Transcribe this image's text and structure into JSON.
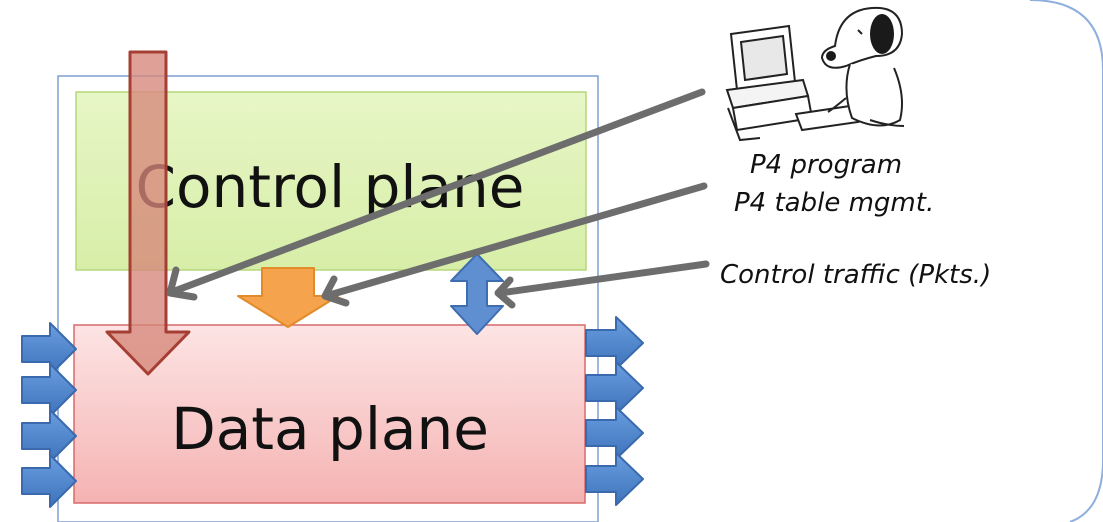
{
  "diagram": {
    "control_plane_label": "Control plane",
    "data_plane_label": "Data plane",
    "p4_program_label": "P4 program",
    "table_mgmt_label": "P4 table mgmt.",
    "control_traffic_label": "Control traffic (Pkts.)",
    "programmer_image": "snoopy-at-computer-illustration"
  },
  "colors": {
    "control_plane_fill": "#dff2b6",
    "control_plane_stroke": "#b6d77a",
    "data_plane_fill": "#f8c2c2",
    "data_plane_stroke": "#d86a6a",
    "switch_box_stroke": "#7f9fd3",
    "compile_arrow": "#d6867a",
    "table_arrow": "#f5a34d",
    "traffic_arrow": "#5f8fd0",
    "port_arrow": "#4d86cd",
    "pointer_line": "#6d6d6d",
    "corner_frame": "#8fb0dc"
  }
}
